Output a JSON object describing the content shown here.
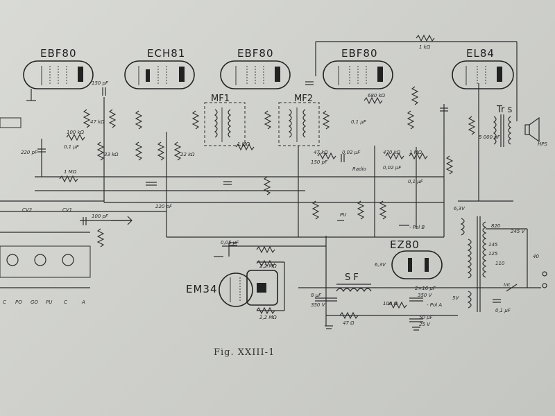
{
  "tubes": {
    "ebf80_a": "EBF80",
    "ech81": "ECH81",
    "ebf80_b": "EBF80",
    "ebf80_c": "EBF80",
    "el84": "EL84",
    "ez80": "EZ80",
    "em34": "EM34"
  },
  "blocks": {
    "mf1": "MF1",
    "mf2": "MF2",
    "trs": "Tr s",
    "sf": "S F",
    "hps": "HPS",
    "cv2": "CV2",
    "cv1": "CV1",
    "radio": "Radio",
    "pu": "PU",
    "pol_b": "- Pol B",
    "pol_a": "- Pol A",
    "int": "Int",
    "v63_a": "6,3V",
    "v63_b": "6,3V",
    "v5": "5V"
  },
  "values": {
    "c150pf": "150 pF",
    "c150pf_b": "150 pF",
    "r1mohm": "1 MΩ",
    "r1mohm_b": "1 MΩ",
    "r1mohm_c": "1 MΩ",
    "r100k": "100 kΩ",
    "r47k": "47 kΩ",
    "r47k_b": "47 kΩ",
    "c01uf": "0,1 µF",
    "c01uf_b": "0,1 µF",
    "c01uf_c": "0,1 µF",
    "c01uf_d": "0,1 µF",
    "r33k": "33 kΩ",
    "r22k": "22 kΩ",
    "c220pf": "220 pF",
    "c220pf_b": "220 pF",
    "c100pf": "100 pF",
    "r680k": "680 kΩ",
    "c002uf": "0,02 µF",
    "c002uf_b": "0,02 µF",
    "c005uf": "0,05 µF",
    "r470k": "470 kΩ",
    "r22mohm": "2,2 MΩ",
    "r22mohm_b": "2,2 MΩ",
    "c8uf": "8 µF",
    "v350": "350 V",
    "c216uf": "2×16 µF",
    "v350_b": "350 V",
    "r100ohm": "100 Ω",
    "r47ohm": "47 Ω",
    "c50uf": "50 µF",
    "v25": "25 V",
    "c5000pf": "5 000 pF",
    "r1k": "1 kΩ",
    "t820": "820",
    "t245": "245 V",
    "t145": "145",
    "t125": "125",
    "t110": "110",
    "t40": "40"
  },
  "bottom_labels": [
    "C",
    "PO",
    "GO",
    "PU",
    "C",
    "A"
  ],
  "caption": "Fig. XXIII-1"
}
